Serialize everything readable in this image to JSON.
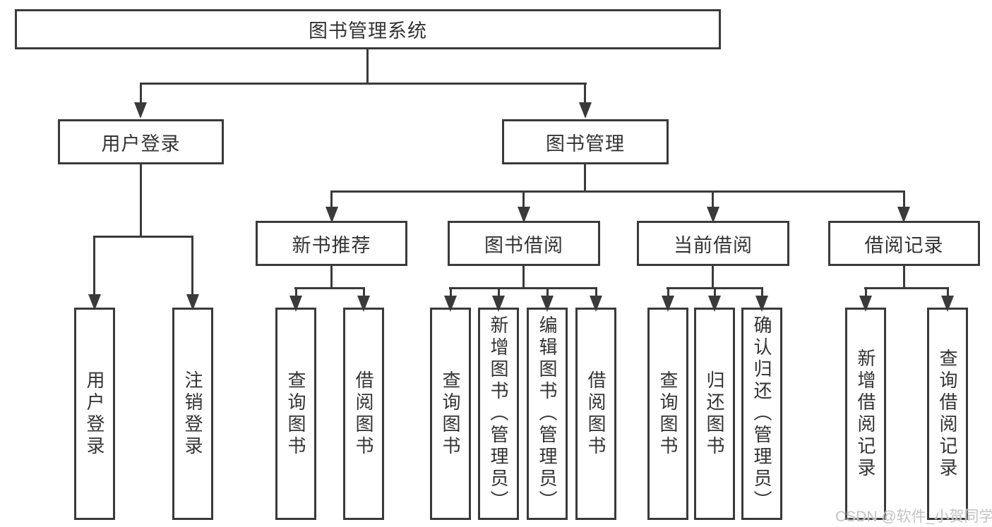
{
  "diagram": {
    "root": {
      "label": "图书管理系统"
    },
    "level2": [
      {
        "label": "用户登录"
      },
      {
        "label": "图书管理"
      }
    ],
    "level3": [
      {
        "label": "新书推荐",
        "parent": "图书管理"
      },
      {
        "label": "图书借阅",
        "parent": "图书管理"
      },
      {
        "label": "当前借阅",
        "parent": "图书管理"
      },
      {
        "label": "借阅记录",
        "parent": "图书管理"
      }
    ],
    "leaves": [
      {
        "label": "用户登录",
        "parent": "用户登录"
      },
      {
        "label": "注销登录",
        "parent": "用户登录"
      },
      {
        "label": "查询图书",
        "parent": "新书推荐"
      },
      {
        "label": "借阅图书",
        "parent": "新书推荐"
      },
      {
        "label": "查询图书",
        "parent": "图书借阅"
      },
      {
        "label": "新增图书（管理员）",
        "parent": "图书借阅"
      },
      {
        "label": "编辑图书（管理员）",
        "parent": "图书借阅"
      },
      {
        "label": "借阅图书",
        "parent": "图书借阅"
      },
      {
        "label": "查询图书",
        "parent": "当前借阅"
      },
      {
        "label": "归还图书",
        "parent": "当前借阅"
      },
      {
        "label": "确认归还（管理员）",
        "parent": "当前借阅"
      },
      {
        "label": "新增借阅记录",
        "parent": "借阅记录"
      },
      {
        "label": "查询借阅记录",
        "parent": "借阅记录"
      }
    ]
  },
  "watermark": {
    "text": "CSDN @软件_小贺同学"
  },
  "colors": {
    "line": "#3a3a3a",
    "text": "#333333",
    "background": "#ffffff",
    "watermark": "#c0c0c0"
  }
}
